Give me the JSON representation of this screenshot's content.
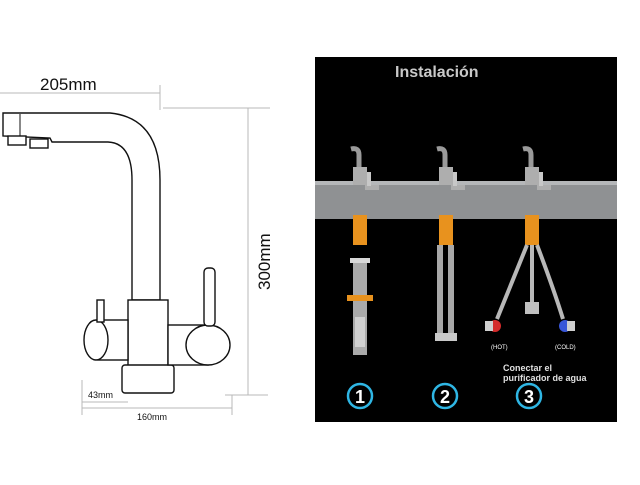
{
  "dimensions": {
    "width_top": "205mm",
    "height": "300mm",
    "spout_depth": "43mm",
    "base_width": "160mm"
  },
  "installation": {
    "title": "Instalación",
    "steps": [
      "1",
      "2",
      "3"
    ],
    "hot_label": "(HOT)",
    "cold_label": "(COLD)",
    "note_line1": "Conectar el",
    "note_line2": "purificador de agua"
  },
  "colors": {
    "panel_bg": "#000000",
    "counter": "#8f9193",
    "brass": "#e8921e",
    "step_ring": "#2fb6e4",
    "hot": "#d42a2a",
    "cold": "#3856d8"
  }
}
